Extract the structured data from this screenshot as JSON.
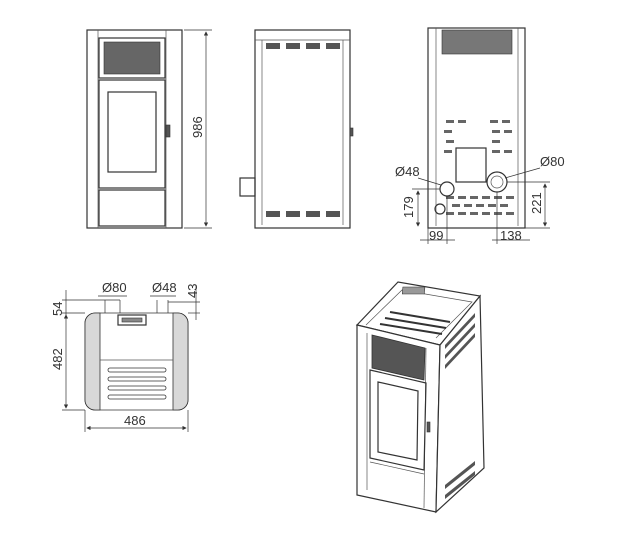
{
  "front_view": {
    "height_label": "986"
  },
  "rear_view": {
    "small_pipe_label": "Ø48",
    "large_pipe_label": "Ø80",
    "small_pipe_height": "179",
    "large_pipe_height": "221",
    "small_pipe_offset": "99",
    "large_pipe_offset": "138"
  },
  "top_view": {
    "large_pipe_label": "Ø80",
    "small_pipe_label": "Ø48",
    "large_pipe_depth": "54",
    "small_pipe_depth": "43",
    "depth": "482",
    "width": "486"
  }
}
